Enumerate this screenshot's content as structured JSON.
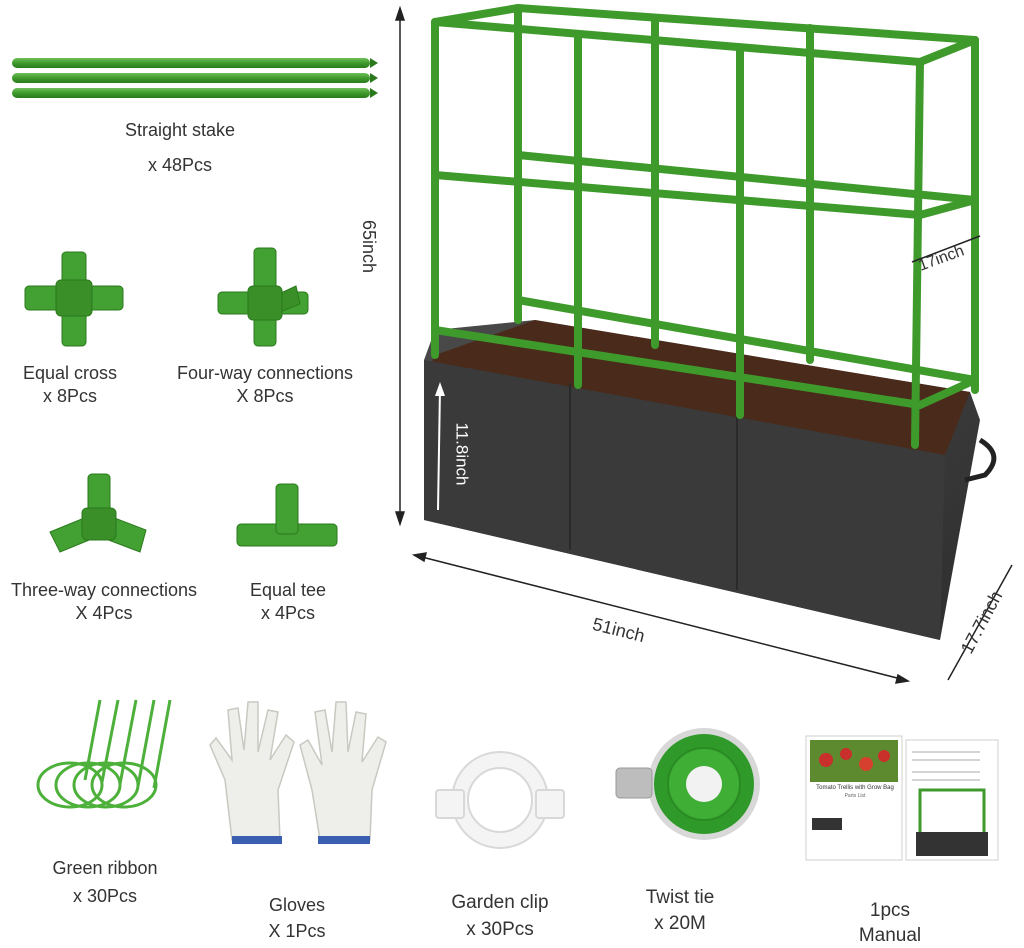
{
  "parts": {
    "straight_stake": {
      "name": "Straight stake",
      "qty": "x 48Pcs"
    },
    "equal_cross": {
      "name": "Equal cross",
      "qty": "x 8Pcs"
    },
    "four_way": {
      "name": "Four-way connections",
      "qty": "X 8Pcs"
    },
    "three_way": {
      "name": "Three-way connections",
      "qty": "X 4Pcs"
    },
    "equal_tee": {
      "name": "Equal tee",
      "qty": "x 4Pcs"
    },
    "green_ribbon": {
      "name": "Green ribbon",
      "qty": "x 30Pcs"
    },
    "gloves": {
      "name": "Gloves",
      "qty": "X 1Pcs"
    },
    "garden_clip": {
      "name": "Garden clip",
      "qty": "x 30Pcs"
    },
    "twist_tie": {
      "name": "Twist tie",
      "qty": "x 20M"
    },
    "manual": {
      "qty": "1pcs",
      "name": "Manual"
    }
  },
  "dimensions": {
    "height": "65inch",
    "width": "51inch",
    "depth_trellis": "17inch",
    "depth_bed": "17.7inch",
    "bed_height": "11.8inch"
  },
  "manual_cover": {
    "title": "Tomato Trellis with Grow Bag",
    "subtitle": "Parts List"
  },
  "colors": {
    "trellis_green": "#3f9a2c",
    "bed_dark": "#3b3b3b",
    "soil": "#4a2a1a"
  }
}
